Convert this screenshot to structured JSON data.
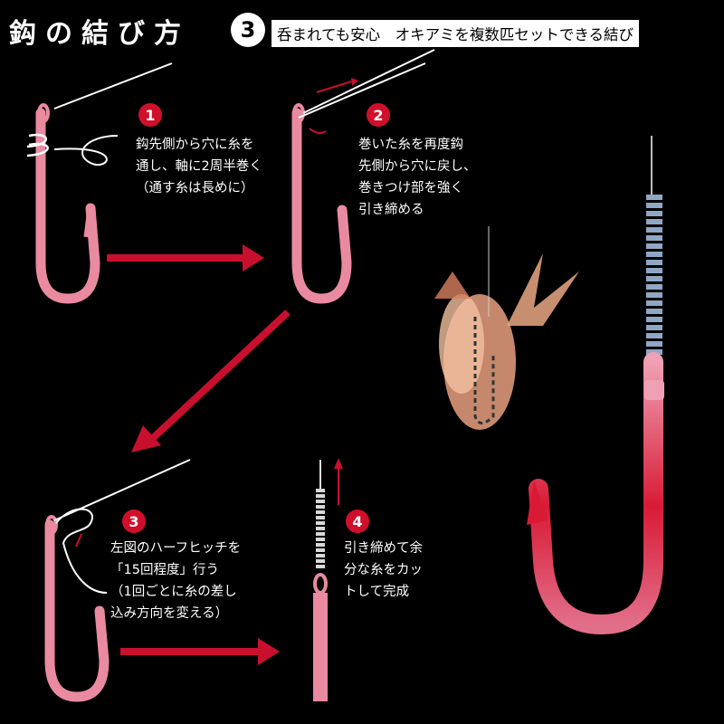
{
  "header": {
    "title": "鈎の結び方",
    "step_number": "3",
    "subtitle": "呑まれても安心　オキアミを複数匹セットできる結び"
  },
  "steps": [
    {
      "number": "1",
      "lines": [
        "鈎先側から穴に糸を",
        "通し、軸に2周半巻く",
        "（通す糸は長めに）"
      ]
    },
    {
      "number": "2",
      "lines": [
        "巻いた糸を再度鈎",
        "先側から穴に戻し、",
        "巻きつけ部を強く",
        "引き締める"
      ]
    },
    {
      "number": "3",
      "lines": [
        "左図のハーフヒッチを",
        "「15回程度」行う",
        "（1回ごとに糸の差し",
        "込み方向を変える）"
      ]
    },
    {
      "number": "4",
      "lines": [
        "引き締めて余",
        "分な糸をカッ",
        "トして完成"
      ]
    }
  ],
  "colors": {
    "hook_pink": "#e98aa0",
    "hook_red": "#d81a35",
    "arrow_red": "#c8102e",
    "badge_red": "#d0102a",
    "background": "#000000"
  }
}
